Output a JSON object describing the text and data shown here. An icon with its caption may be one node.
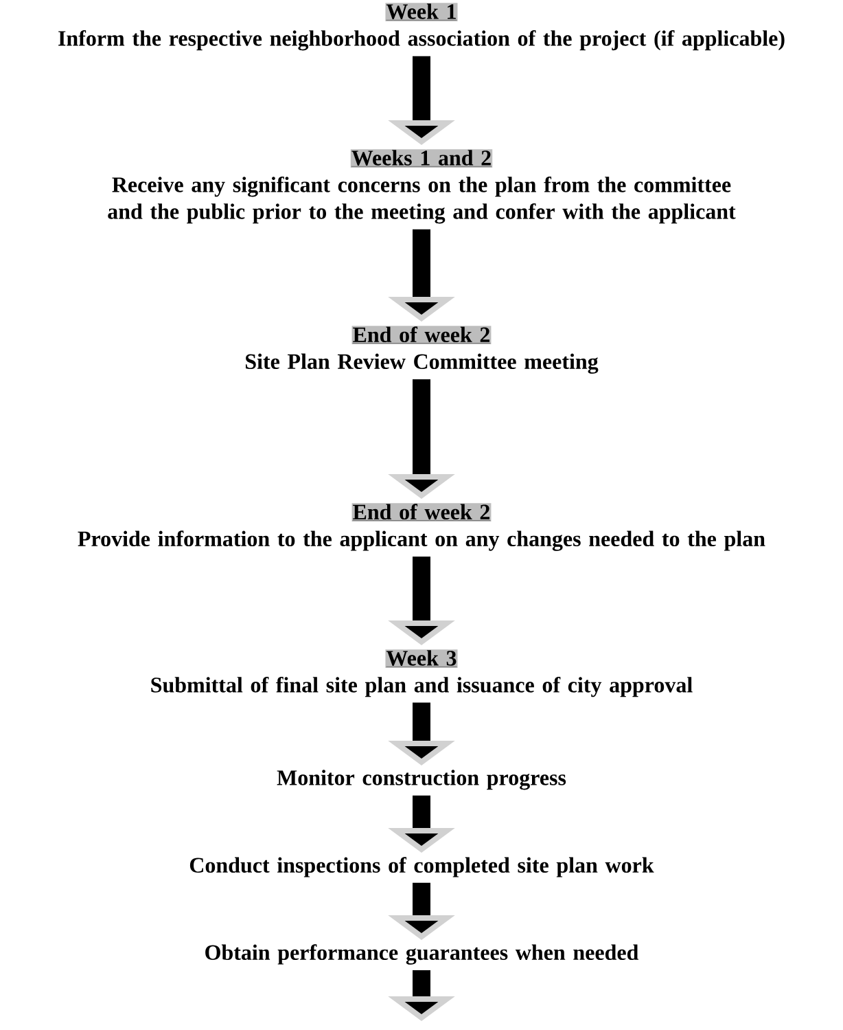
{
  "diagram": {
    "nodes": [
      {
        "text": [
          "Week 1",
          "Inform the respective neighborhood association of the project (if applicable)"
        ]
      },
      {
        "text": [
          "Weeks 1 and 2",
          "Receive any significant concerns on the plan from the committee and the public prior to the meeting and confer with the applicant"
        ]
      },
      {
        "text": [
          "End of week 2",
          "Site Plan Review Committee meeting"
        ]
      },
      {
        "text": [
          "End of week 2",
          "Provide information to the applicant on any changes needed to the plan"
        ]
      },
      {
        "text": [
          "Week 3",
          "Submittal of final site plan and issuance of city approval"
        ]
      },
      {
        "text": [
          "Monitor construction progress"
        ]
      },
      {
        "text": [
          "Conduct inspections of completed site plan work"
        ]
      },
      {
        "text": [
          "Obtain performance guarantees when needed"
        ]
      }
    ],
    "edges": [
      {
        "from": 0,
        "to": 1,
        "arrow": "to"
      },
      {
        "from": 1,
        "to": 2,
        "arrow": "to"
      },
      {
        "from": 2,
        "to": 3,
        "arrow": "to"
      },
      {
        "from": 3,
        "to": 4,
        "arrow": "to"
      },
      {
        "from": 4,
        "to": 5,
        "arrow": "to"
      },
      {
        "from": 5,
        "to": 6,
        "arrow": "to"
      },
      {
        "from": 6,
        "to": 7,
        "arrow": "to"
      },
      {
        "from": 7,
        "to": null,
        "arrow": "to"
      }
    ]
  }
}
